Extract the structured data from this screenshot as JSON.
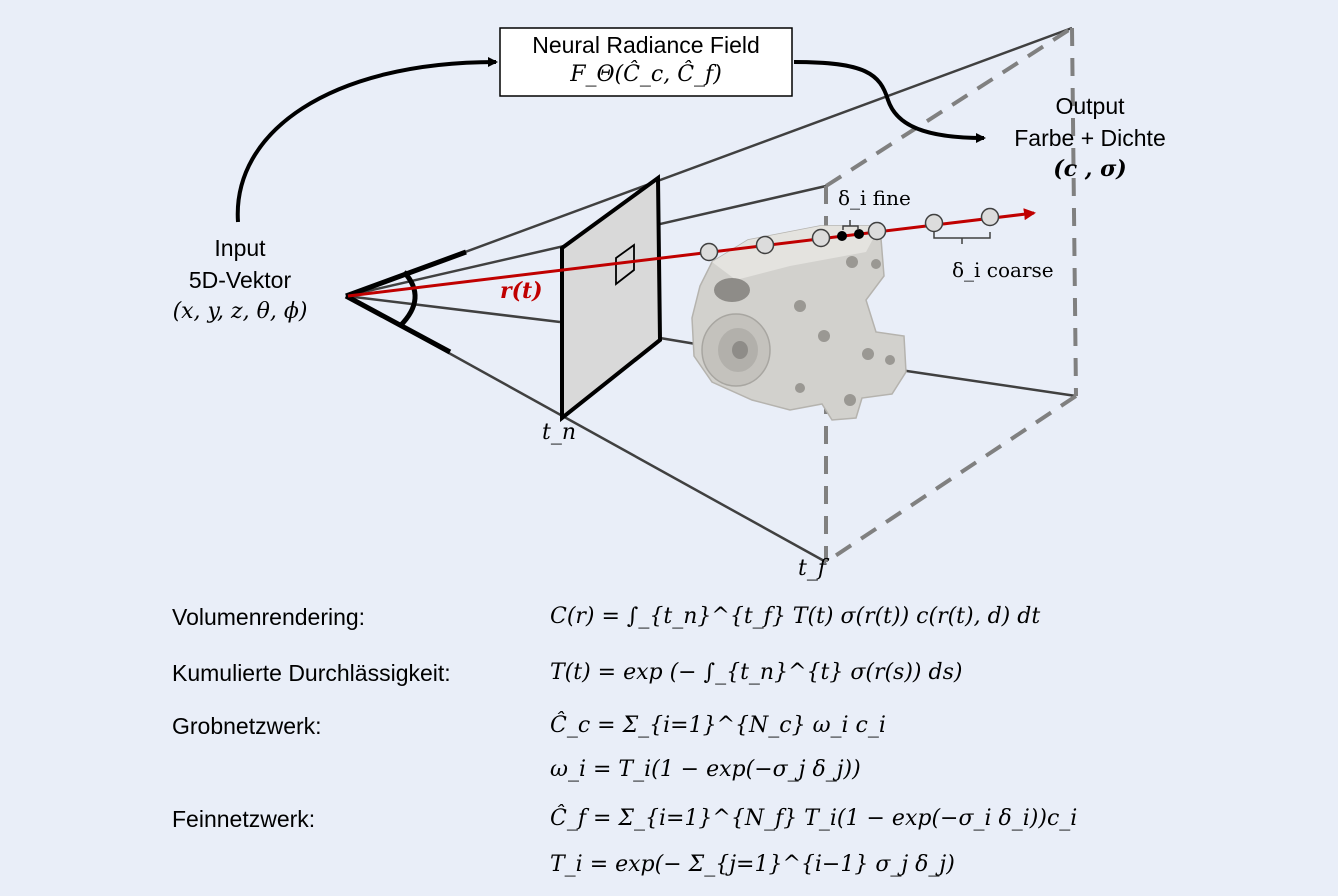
{
  "diagram": {
    "nerf_box_title": "Neural Radiance Field",
    "nerf_box_formula": "F_Θ(Ĉ_c, Ĉ_f)",
    "input_title": "Input",
    "input_subtitle": "5D-Vektor",
    "input_vars": "(x, y, z, θ, ϕ)",
    "output_title": "Output",
    "output_subtitle": "Farbe + Dichte",
    "output_vars": "(c , σ)",
    "ray_label": "r(t)",
    "near_label": "t_n",
    "far_label": "t_f",
    "fine_label": "δ_i fine",
    "coarse_label": "δ_i coarse",
    "colors": {
      "ray": "#c00000",
      "background": "#e9eef8",
      "frustum": "#404040",
      "dashed": "#808080"
    }
  },
  "equations": [
    {
      "label": "Volumenrendering:",
      "formula": "C(r) = ∫_{t_n}^{t_f} T(t) σ(r(t)) c(r(t), d) dt"
    },
    {
      "label": "Kumulierte Durchlässigkeit:",
      "formula": "T(t) = exp (− ∫_{t_n}^{t} σ(r(s)) ds)"
    },
    {
      "label": "Grobnetzwerk:",
      "formula": "Ĉ_c = Σ_{i=1}^{N_c} ω_i c_i"
    },
    {
      "label": "",
      "formula": "ω_i = T_i(1 − exp(−σ_j δ_j))"
    },
    {
      "label": "Feinnetzwerk:",
      "formula": "Ĉ_f = Σ_{i=1}^{N_f} T_i(1 − exp(−σ_i δ_i))c_i"
    },
    {
      "label": "",
      "formula": "T_i = exp(− Σ_{j=1}^{i−1} σ_j δ_j)"
    }
  ]
}
